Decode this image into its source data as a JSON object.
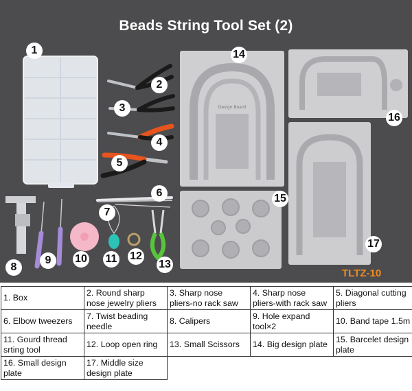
{
  "title": "Beads String Tool Set (2)",
  "product_code": "TLTZ-10",
  "callouts": [
    "1",
    "2",
    "3",
    "4",
    "5",
    "6",
    "7",
    "8",
    "9",
    "10",
    "11",
    "12",
    "13",
    "14",
    "15",
    "16",
    "17"
  ],
  "design_plate_lettering": "Design Board",
  "items": [
    {
      "num": "1.",
      "label": "Box"
    },
    {
      "num": "2.",
      "label": "Round sharp nose jewelry pliers"
    },
    {
      "num": "3.",
      "label": "Sharp nose pliers-no rack saw"
    },
    {
      "num": "4.",
      "label": "Sharp nose pliers-with rack saw"
    },
    {
      "num": "5.",
      "label": "Diagonal cutting pliers"
    },
    {
      "num": "6.",
      "label": "Elbow tweezers"
    },
    {
      "num": "7.",
      "label": "Twist beading needle"
    },
    {
      "num": "8.",
      "label": "Calipers"
    },
    {
      "num": "9.",
      "label": "Hole expand tool×2"
    },
    {
      "num": "10.",
      "label": "Band tape 1.5m"
    },
    {
      "num": "11.",
      "label": "Gourd thread srting tool"
    },
    {
      "num": "12.",
      "label": "Loop open ring"
    },
    {
      "num": "13.",
      "label": "Small Scissors"
    },
    {
      "num": "14.",
      "label": "Big design plate"
    },
    {
      "num": "15.",
      "label": "Barcelet design plate"
    },
    {
      "num": "16.",
      "label": "Small design plate"
    },
    {
      "num": "17.",
      "label": "Middle size design plate"
    }
  ],
  "colors": {
    "background": "#4c4c4e",
    "plate": "#cfcfd2",
    "accent": "#f28a1e",
    "plier_handle": "#1a1a1a",
    "cutter_handle": "#e8541e",
    "hole_tool": "#a58bd8",
    "tape": "#f5b8c8",
    "threader": "#2cc3b6",
    "scissors": "#58c43c"
  }
}
